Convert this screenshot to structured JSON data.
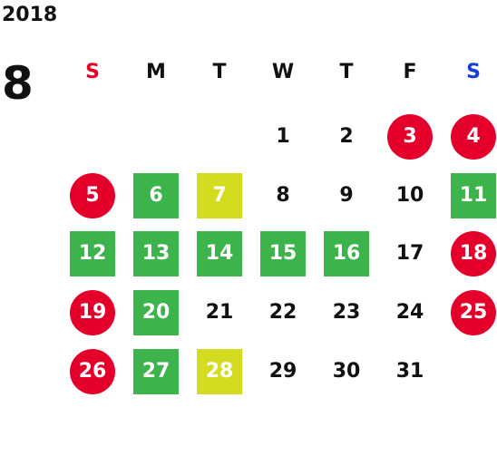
{
  "calendar": {
    "year": "2018",
    "month": "8",
    "weekdays": [
      {
        "label": "S",
        "color": "#e4002b"
      },
      {
        "label": "M",
        "color": "#111111"
      },
      {
        "label": "T",
        "color": "#111111"
      },
      {
        "label": "W",
        "color": "#111111"
      },
      {
        "label": "T",
        "color": "#111111"
      },
      {
        "label": "F",
        "color": "#111111"
      },
      {
        "label": "S",
        "color": "#1a3cd0"
      }
    ],
    "colors": {
      "holiday": "#e4002b",
      "green": "#3cb44b",
      "yellow": "#d4dc1f"
    },
    "days": [
      {
        "label": "1",
        "status": "normal"
      },
      {
        "label": "2",
        "status": "normal"
      },
      {
        "label": "3",
        "status": "holiday"
      },
      {
        "label": "4",
        "status": "holiday"
      },
      {
        "label": "5",
        "status": "holiday"
      },
      {
        "label": "6",
        "status": "green"
      },
      {
        "label": "7",
        "status": "yellow"
      },
      {
        "label": "8",
        "status": "normal"
      },
      {
        "label": "9",
        "status": "normal"
      },
      {
        "label": "10",
        "status": "normal"
      },
      {
        "label": "11",
        "status": "green"
      },
      {
        "label": "12",
        "status": "green"
      },
      {
        "label": "13",
        "status": "green"
      },
      {
        "label": "14",
        "status": "green"
      },
      {
        "label": "15",
        "status": "green"
      },
      {
        "label": "16",
        "status": "green"
      },
      {
        "label": "17",
        "status": "normal"
      },
      {
        "label": "18",
        "status": "holiday"
      },
      {
        "label": "19",
        "status": "holiday"
      },
      {
        "label": "20",
        "status": "green"
      },
      {
        "label": "21",
        "status": "normal"
      },
      {
        "label": "22",
        "status": "normal"
      },
      {
        "label": "23",
        "status": "normal"
      },
      {
        "label": "24",
        "status": "normal"
      },
      {
        "label": "25",
        "status": "holiday"
      },
      {
        "label": "26",
        "status": "holiday"
      },
      {
        "label": "27",
        "status": "green"
      },
      {
        "label": "28",
        "status": "yellow"
      },
      {
        "label": "29",
        "status": "normal"
      },
      {
        "label": "30",
        "status": "normal"
      },
      {
        "label": "31",
        "status": "normal"
      }
    ]
  }
}
